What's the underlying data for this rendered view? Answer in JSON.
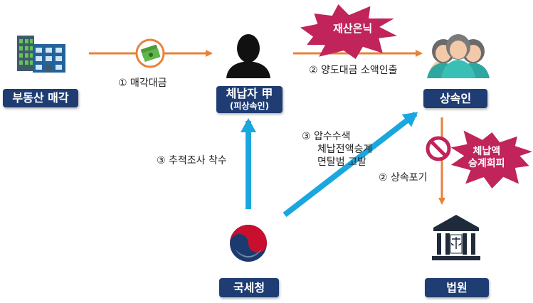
{
  "nodes": {
    "real_estate": {
      "label": "부동산 매각"
    },
    "delinquent": {
      "label": "체납자 甲",
      "sublabel": "(피상속인)"
    },
    "heirs": {
      "label": "상속인"
    },
    "nts": {
      "label": "국세청"
    },
    "court": {
      "label": "법원"
    }
  },
  "edges": {
    "sale_proceeds": {
      "label": "① 매각대금"
    },
    "transfer_withdraw": {
      "label": "② 양도대금 소액인출"
    },
    "renounce": {
      "label": "② 상속포기"
    },
    "track": {
      "label": "③ 추적조사 착수"
    },
    "seize": {
      "lines": [
        "③ 압수수색",
        "체납전액승계",
        "면탈범 고발"
      ]
    }
  },
  "badges": {
    "hide_assets": "재산은닉",
    "evade": [
      "체납액",
      "승계회피"
    ]
  },
  "colors": {
    "orange_arrow": "#e8823a",
    "blue_arrow": "#1aa7e0",
    "navy_label": "#1f3d73",
    "burst": "#c0245a"
  }
}
